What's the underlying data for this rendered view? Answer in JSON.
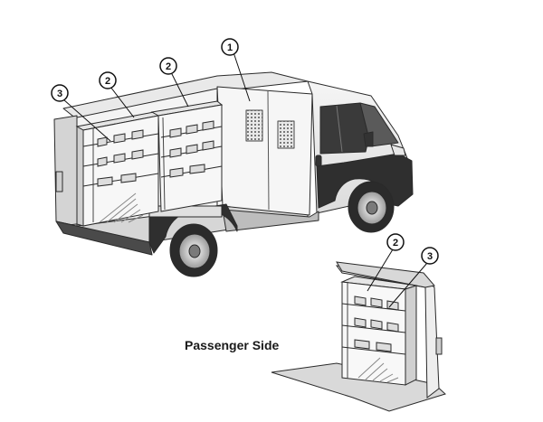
{
  "caption": "Passenger Side",
  "callouts": {
    "partition": "1",
    "shelf_left_a": "2",
    "shelf_left_b": "2",
    "drawers_left": "3",
    "shelf_right": "2",
    "drawers_right": "3"
  },
  "colors": {
    "outline": "#2a2a2a",
    "body_light": "#f3f3f3",
    "body_mid": "#e2e2e2",
    "body_dark": "#c9c9c9",
    "tire": "#2b2b2b",
    "floor": "#d8d8d8"
  }
}
